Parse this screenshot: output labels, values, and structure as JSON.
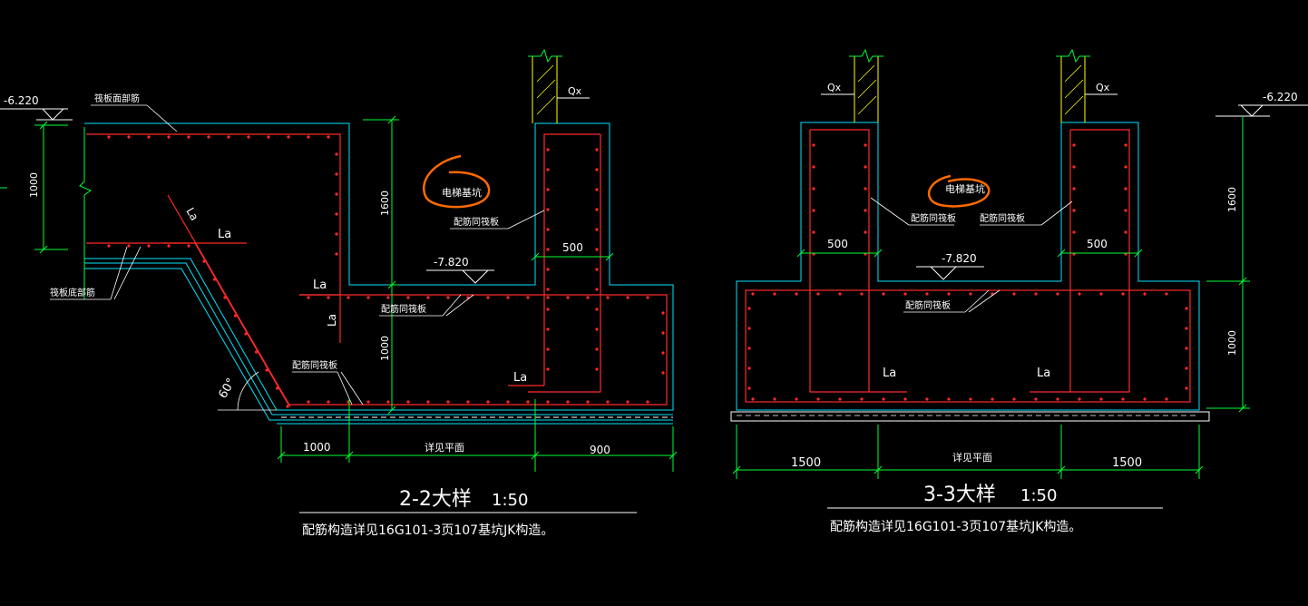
{
  "colors": {
    "background": "#000000",
    "concrete_outline": "#00e5ff",
    "rebar": "#ff2a2a",
    "dimension": "#00ff33",
    "text": "#ffffff",
    "wall": "#ffff00",
    "markup": "#ff6a00"
  },
  "section_2_2": {
    "top_level": "-6.220",
    "mid_level": "-7.820",
    "label_top_rebar": "筏板面部筋",
    "label_bottom_rebar": "筏板底部筋",
    "label_pit": "电梯基坑",
    "label_same_raft_1": "配筋同筏板",
    "label_same_raft_2": "配筋同筏板",
    "label_same_raft_3": "配筋同筏板",
    "la_1": "La",
    "la_2": "La",
    "la_3": "La",
    "la_4": "La",
    "la_5": "La",
    "wall_tag": "Qx",
    "dim_500": "500",
    "dim_left_1000": "1000",
    "dim_1600": "1600",
    "dim_1000": "1000",
    "dim_bottom_1000": "1000",
    "dim_bottom_mid": "详见平面",
    "dim_bottom_900": "900",
    "angle": "60°",
    "title": "2-2大样",
    "scale": "1:50",
    "note": "配筋构造详见16G101-3页107基坑JK构造。"
  },
  "section_3_3": {
    "top_level": "-6.220",
    "mid_level": "-7.820",
    "label_pit": "电梯基坑",
    "label_same_raft_1": "配筋同筏板",
    "label_same_raft_2": "配筋同筏板",
    "label_same_raft_3": "配筋同筏板",
    "la_1": "La",
    "la_2": "La",
    "wall_tag_1": "Qx",
    "wall_tag_2": "Qx",
    "dim_500_left": "500",
    "dim_500_right": "500",
    "dim_1600": "1600",
    "dim_1000": "1000",
    "dim_bottom_left": "1500",
    "dim_bottom_mid": "详见平面",
    "dim_bottom_right": "1500",
    "title": "3-3大样",
    "scale": "1:50",
    "note": "配筋构造详见16G101-3页107基坑JK构造。"
  }
}
